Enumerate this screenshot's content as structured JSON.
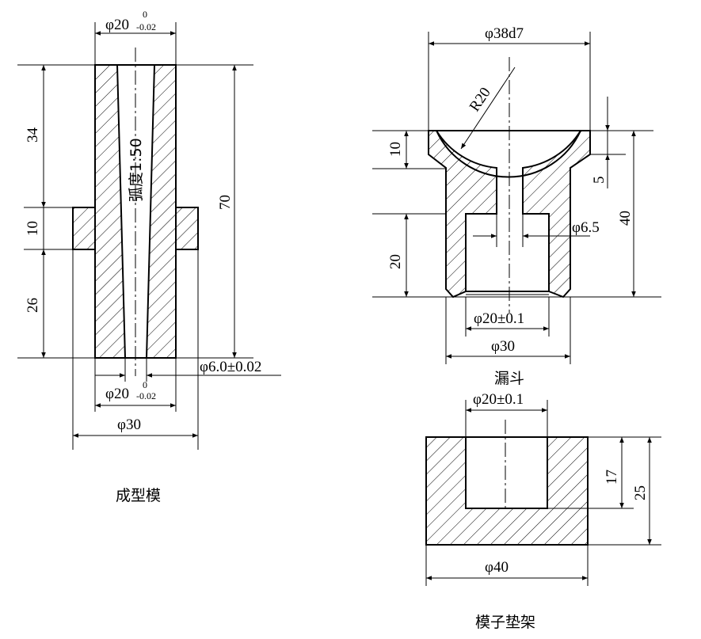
{
  "forming_die": {
    "caption": "成型模",
    "taper_label": "弧度1:50",
    "dim_top_dia": "φ20",
    "dim_top_tol_upper": "0",
    "dim_top_tol_lower": "-0.02",
    "dim_bottom_dia": "φ20",
    "dim_bottom_tol_upper": "0",
    "dim_bottom_tol_lower": "-0.02",
    "dim_flange_dia": "φ30",
    "dim_bore": "φ6.0±0.02",
    "dim_upper_len": "34",
    "dim_flange_thk": "10",
    "dim_lower_len": "26",
    "dim_total_len": "70"
  },
  "funnel": {
    "caption": "漏斗",
    "dim_top_dia": "φ38d7",
    "dim_radius": "R20",
    "dim_cup_depth": "10",
    "dim_small": "5",
    "dim_hole": "φ6.5",
    "dim_height": "40",
    "dim_recess_depth": "20",
    "dim_recess_dia": "φ20±0.1",
    "dim_body_dia": "φ30"
  },
  "die_holder": {
    "caption": "模子垫架",
    "dim_recess_dia": "φ20±0.1",
    "dim_recess_depth": "17",
    "dim_height": "25",
    "dim_outer_dia": "φ40"
  }
}
